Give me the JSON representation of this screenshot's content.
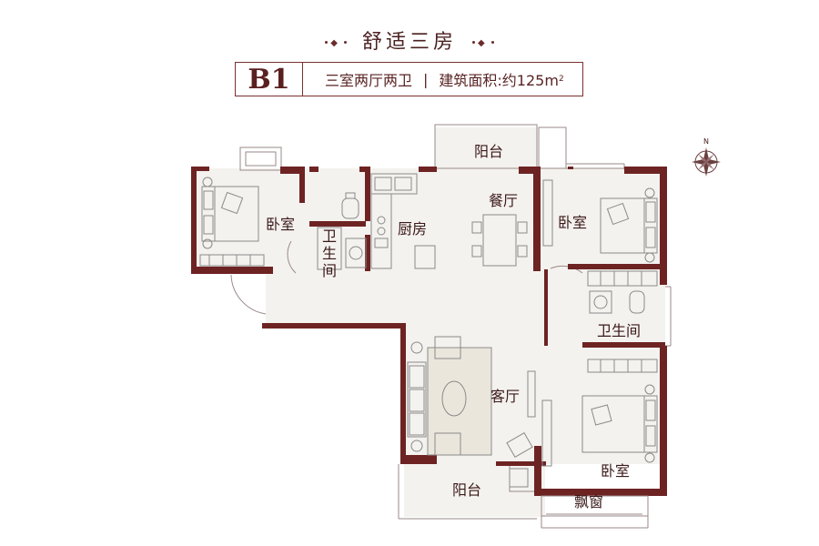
{
  "header": {
    "title": "舒适三房",
    "code": "B1",
    "layout": "三室两厅两卫",
    "separator": "|",
    "area_label": "建筑面积:约125m",
    "area_sup": "2"
  },
  "compass": {
    "north": "N"
  },
  "rooms": {
    "balcony_top": "阳台",
    "bedroom_left": "卧室",
    "bathroom_left_1": "卫",
    "bathroom_left_2": "生",
    "bathroom_left_3": "间",
    "kitchen": "厨房",
    "dining": "餐厅",
    "bedroom_right": "卧室",
    "bathroom_right": "卫生间",
    "living": "客厅",
    "bedroom_bottom": "卧室",
    "balcony_bottom": "阳台",
    "bay_window": "飘窗"
  },
  "colors": {
    "wall": "#6e2323",
    "accent": "#7a3030",
    "furniture": "#8a8a8a",
    "floor": "#f4f2ee"
  }
}
